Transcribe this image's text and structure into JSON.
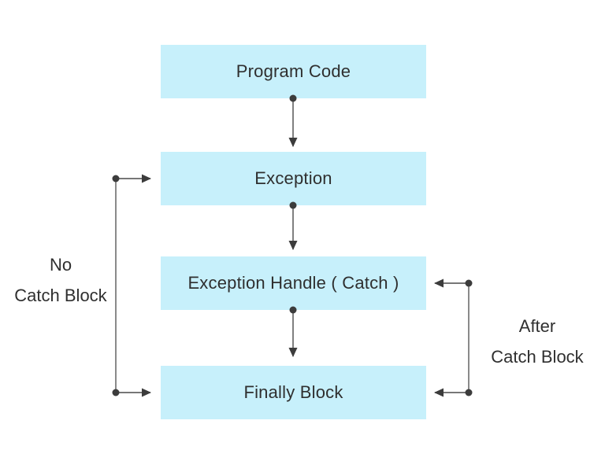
{
  "diagram": {
    "type": "flowchart",
    "background_color": "#ffffff",
    "node_fill_color": "#c7f0fb",
    "line_color": "#4a4a4a",
    "arrow_color": "#3c3c3c",
    "text_color": "#2f2f2f",
    "nodes": [
      {
        "id": "program-code",
        "label": "Program Code"
      },
      {
        "id": "exception",
        "label": "Exception"
      },
      {
        "id": "exception-handle-catch",
        "label": "Exception Handle ( Catch )"
      },
      {
        "id": "finally-block",
        "label": "Finally Block"
      }
    ],
    "edges": [
      {
        "from": "Program Code",
        "to": "Exception"
      },
      {
        "from": "Exception",
        "to": "Exception Handle ( Catch )"
      },
      {
        "from": "Exception Handle ( Catch )",
        "to": "Finally Block"
      },
      {
        "from": "Exception",
        "to": "Finally Block",
        "label": "No Catch Block",
        "side": "left"
      },
      {
        "from": "Exception Handle ( Catch )",
        "to": "Finally Block",
        "label": "After Catch Block",
        "side": "right"
      }
    ],
    "side_labels": [
      {
        "side": "left",
        "lines": [
          "No",
          "Catch Block"
        ]
      },
      {
        "side": "right",
        "lines": [
          "After",
          "Catch Block"
        ]
      }
    ]
  }
}
